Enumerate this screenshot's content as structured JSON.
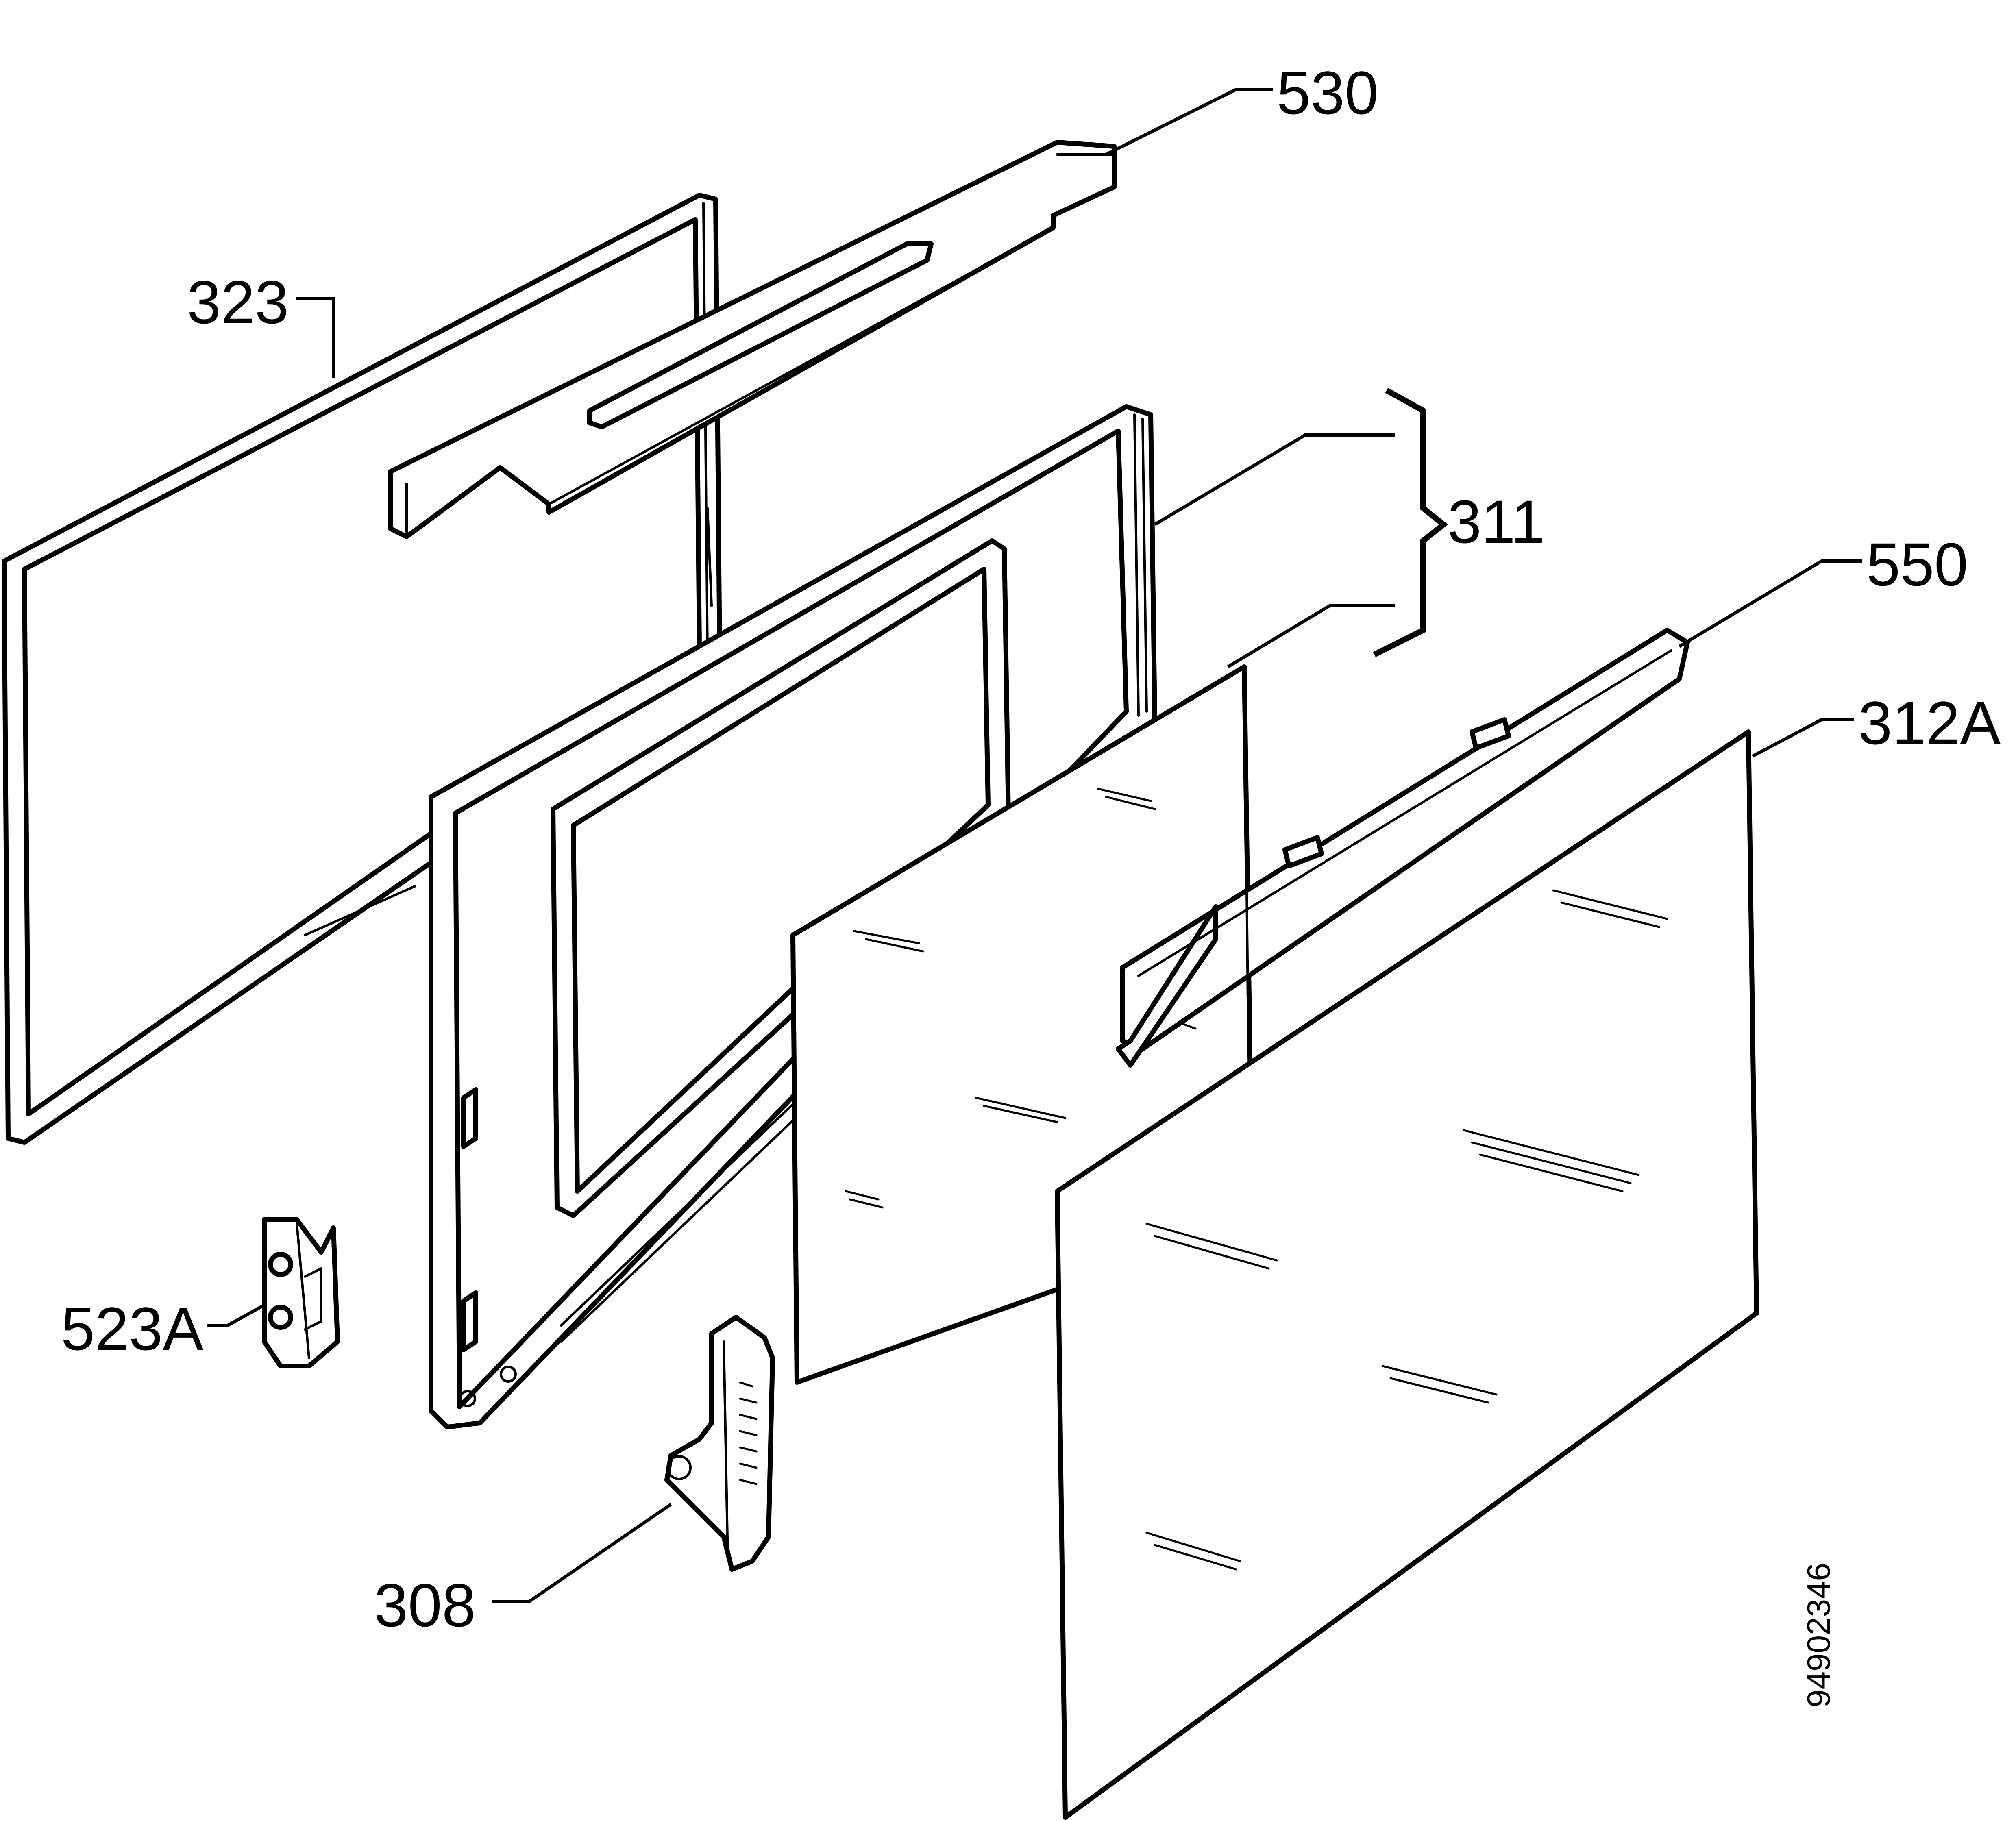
{
  "callouts": {
    "c530": "530",
    "c323": "323",
    "c311": "311",
    "c550": "550",
    "c312a": "312A",
    "c523a": "523A",
    "c308": "308"
  },
  "document_number": "94902346"
}
